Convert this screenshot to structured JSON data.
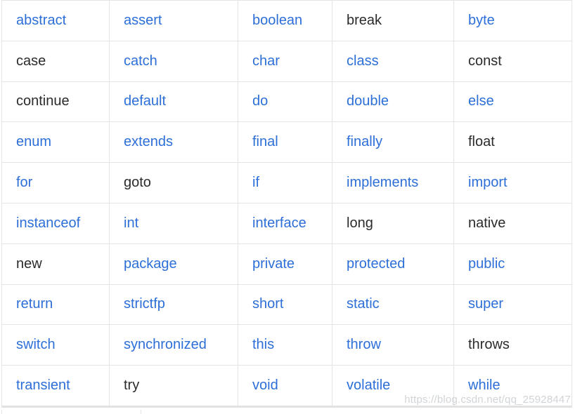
{
  "colors": {
    "link_blue": "#2d6fd8",
    "plain_text": "#2b2b2b",
    "border_gray": "#e4e4e4"
  },
  "watermark": {
    "text": "https://blog.csdn.net/qq_25928447"
  },
  "table": {
    "columns": 5,
    "rows": [
      [
        {
          "text": "abstract",
          "link": true
        },
        {
          "text": "assert",
          "link": true
        },
        {
          "text": "boolean",
          "link": true
        },
        {
          "text": "break",
          "link": false
        },
        {
          "text": "byte",
          "link": true
        }
      ],
      [
        {
          "text": "case",
          "link": false
        },
        {
          "text": "catch",
          "link": true
        },
        {
          "text": "char",
          "link": true
        },
        {
          "text": "class",
          "link": true
        },
        {
          "text": "const",
          "link": false
        }
      ],
      [
        {
          "text": "continue",
          "link": false
        },
        {
          "text": "default",
          "link": true
        },
        {
          "text": "do",
          "link": true
        },
        {
          "text": "double",
          "link": true
        },
        {
          "text": "else",
          "link": true
        }
      ],
      [
        {
          "text": "enum",
          "link": true
        },
        {
          "text": "extends",
          "link": true
        },
        {
          "text": "final",
          "link": true
        },
        {
          "text": "finally",
          "link": true
        },
        {
          "text": "float",
          "link": false
        }
      ],
      [
        {
          "text": "for",
          "link": true
        },
        {
          "text": "goto",
          "link": false
        },
        {
          "text": "if",
          "link": true
        },
        {
          "text": "implements",
          "link": true
        },
        {
          "text": "import",
          "link": true
        }
      ],
      [
        {
          "text": "instanceof",
          "link": true
        },
        {
          "text": "int",
          "link": true
        },
        {
          "text": "interface",
          "link": true
        },
        {
          "text": "long",
          "link": false
        },
        {
          "text": "native",
          "link": false
        }
      ],
      [
        {
          "text": "new",
          "link": false
        },
        {
          "text": "package",
          "link": true
        },
        {
          "text": "private",
          "link": true
        },
        {
          "text": "protected",
          "link": true
        },
        {
          "text": "public",
          "link": true
        }
      ],
      [
        {
          "text": "return",
          "link": true
        },
        {
          "text": "strictfp",
          "link": true
        },
        {
          "text": "short",
          "link": true
        },
        {
          "text": "static",
          "link": true
        },
        {
          "text": "super",
          "link": true
        }
      ],
      [
        {
          "text": "switch",
          "link": true
        },
        {
          "text": "synchronized",
          "link": true
        },
        {
          "text": "this",
          "link": true
        },
        {
          "text": "throw",
          "link": true
        },
        {
          "text": "throws",
          "link": false
        }
      ],
      [
        {
          "text": "transient",
          "link": true
        },
        {
          "text": "try",
          "link": false
        },
        {
          "text": "void",
          "link": true
        },
        {
          "text": "volatile",
          "link": true
        },
        {
          "text": "while",
          "link": true
        }
      ]
    ]
  }
}
